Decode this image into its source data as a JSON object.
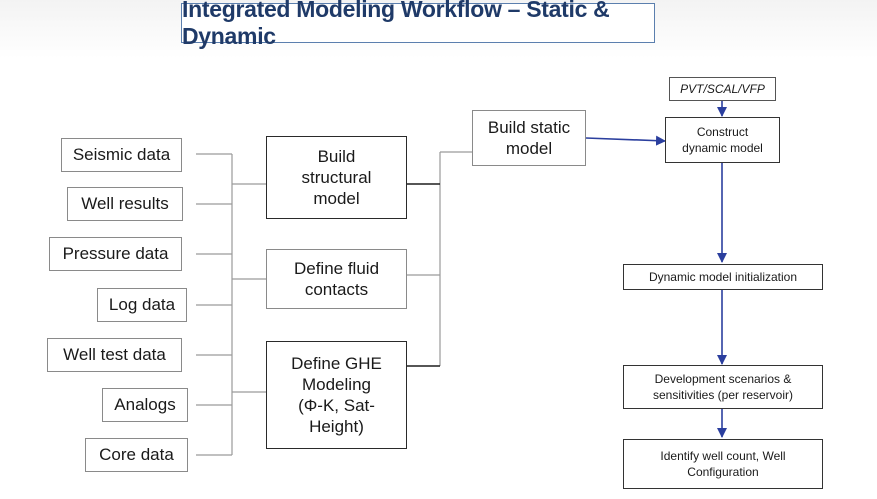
{
  "title": "Integrated Modeling Workflow – Static & Dynamic",
  "inputs": [
    "Seismic data",
    "Well results",
    "Pressure data",
    "Log data",
    "Well test data",
    "Analogs",
    "Core data"
  ],
  "processes": {
    "structural": "Build\nstructural\nmodel",
    "fluid": "Define fluid\ncontacts",
    "ghe": "Define GHE\nModeling\n(Φ-K, Sat-\nHeight)",
    "static": "Build static\nmodel"
  },
  "pvt": "PVT/SCAL/VFP",
  "dynamic_flow": [
    "Construct\ndynamic model",
    "Dynamic model initialization",
    "Development scenarios &\nsensitivities (per reservoir)",
    "Identify well count, Well\nConfiguration"
  ],
  "colors": {
    "title_text": "#1f3a68",
    "title_border": "#5b7fae",
    "arrow_blue": "#2b3f9e",
    "connector_gray": "#9a9a9a"
  }
}
